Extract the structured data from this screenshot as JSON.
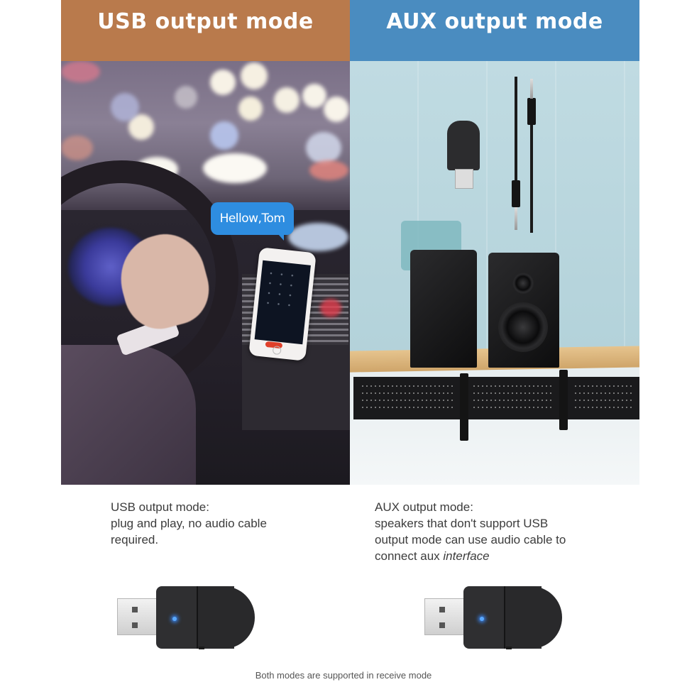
{
  "headers": {
    "usb": {
      "label": "USB output mode",
      "color": "#b97a4c"
    },
    "aux": {
      "label": "AUX output mode",
      "color": "#4a8cc0"
    }
  },
  "photos": {
    "usb_scene": {
      "description": "driver in car with phone on mount",
      "chat_bubble": "Hellow,Tom"
    },
    "aux_scene": {
      "description": "bookshelf speakers on stand with dongle and 3.5mm audio cable"
    }
  },
  "captions": {
    "usb": {
      "title": "USB output mode:",
      "line1": "plug and play, no audio cable",
      "line2": "required."
    },
    "aux": {
      "title": "AUX output mode:",
      "line1": "speakers that don't support USB",
      "line2": "output mode can use audio cable to",
      "line3_prefix": "connect aux ",
      "line3_italic": "interface"
    }
  },
  "products": [
    {
      "name": "usb-bluetooth-dongle",
      "led_color": "#5aa9ff"
    },
    {
      "name": "usb-bluetooth-dongle",
      "led_color": "#5aa9ff"
    }
  ],
  "footer": {
    "note": "Both modes are supported in receive mode"
  }
}
